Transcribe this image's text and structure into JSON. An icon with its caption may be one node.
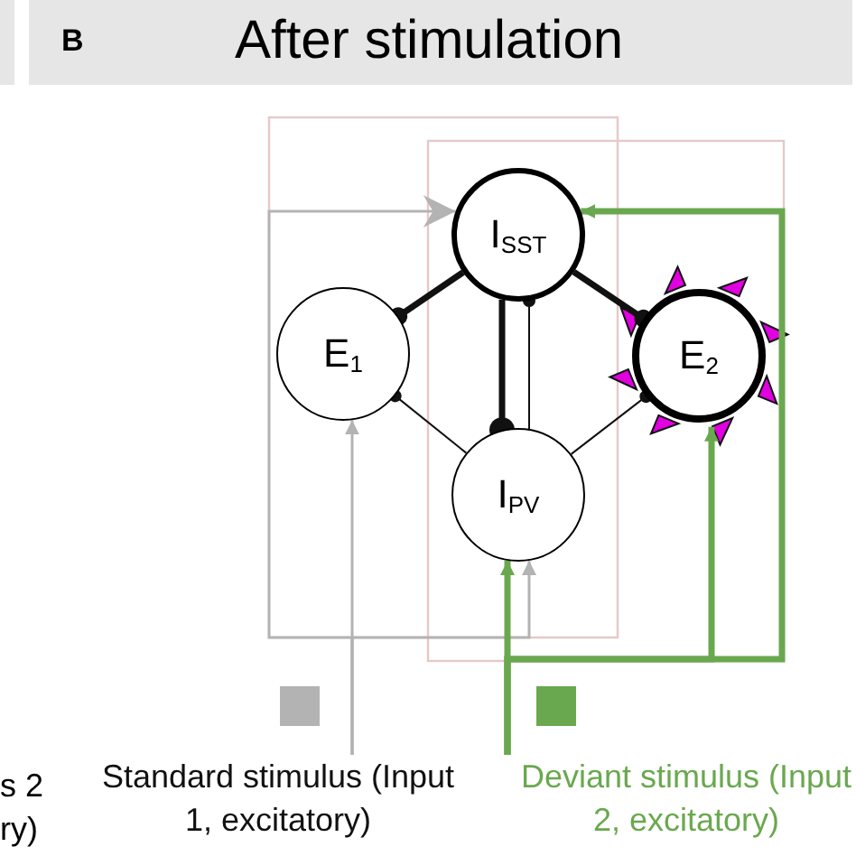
{
  "diagram": {
    "title": "After stimulation",
    "nodes": [
      {
        "text": [
          "I$_{SST}$"
        ]
      },
      {
        "text": [
          "E$_{1}$"
        ]
      },
      {
        "text": [
          "E$_{2}$"
        ]
      },
      {
        "text": [
          "I$_{PV}$"
        ]
      },
      {
        "text": [
          "Standard stimulus (Input 1, excitatory)"
        ]
      },
      {
        "text": [
          "Deviant stimulus (Input 2, excitatory)"
        ]
      }
    ],
    "edges": [
      {
        "from": 0,
        "to": 1,
        "arrow": "other",
        "style": "thick"
      },
      {
        "from": 0,
        "to": 2,
        "arrow": "other",
        "style": "thick"
      },
      {
        "from": 0,
        "to": 3,
        "arrow": "other",
        "style": "thick"
      },
      {
        "from": 3,
        "to": 0,
        "arrow": "other"
      },
      {
        "from": 3,
        "to": 1,
        "arrow": "other"
      },
      {
        "from": 3,
        "to": 2,
        "arrow": "other"
      },
      {
        "from": 4,
        "to": 1,
        "arrow": "to",
        "color": "#b3b3b3"
      },
      {
        "from": 4,
        "to": 0,
        "arrow": "to",
        "color": "#b3b3b3"
      },
      {
        "from": 4,
        "to": 3,
        "arrow": "to",
        "color": "#b3b3b3"
      },
      {
        "from": 5,
        "to": 3,
        "arrow": "to",
        "style": "thick",
        "color": "#6aa84f"
      },
      {
        "from": 5,
        "to": 0,
        "arrow": "to",
        "style": "thick",
        "color": "#6aa84f"
      },
      {
        "from": 5,
        "to": 2,
        "arrow": "to",
        "style": "thick",
        "color": "#6aa84f"
      }
    ],
    "labels": [
      "B",
      "s 2",
      "ry)"
    ]
  }
}
